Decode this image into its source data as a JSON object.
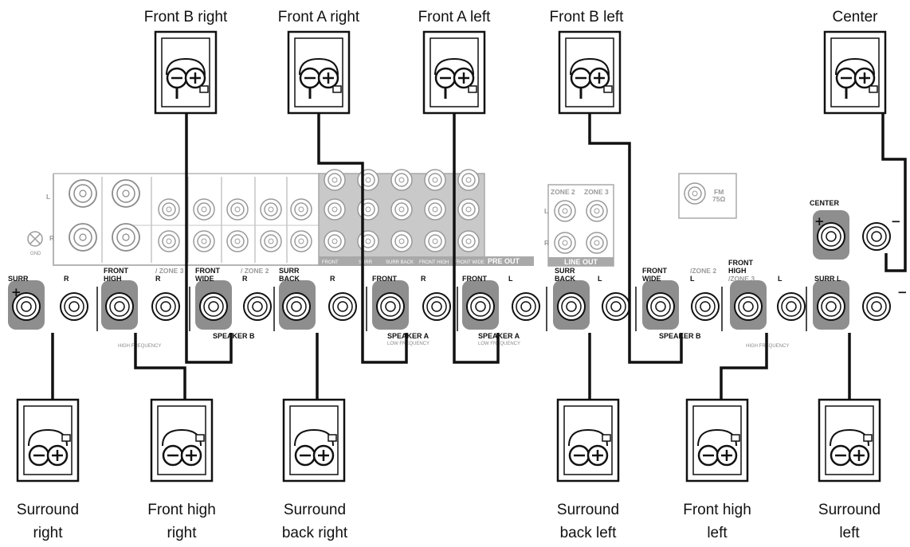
{
  "speakers": {
    "front_b_right": "Front B right",
    "front_a_right": "Front A right",
    "front_a_left": "Front A left",
    "front_b_left": "Front B left",
    "center": "Center",
    "surround_right": [
      "Surround",
      "right"
    ],
    "front_high_right": [
      "Front high",
      "right"
    ],
    "surround_back_right": [
      "Surround",
      "back right"
    ],
    "surround_back_left": [
      "Surround",
      "back left"
    ],
    "front_high_left": [
      "Front high",
      "left"
    ],
    "surround_left": [
      "Surround",
      "left"
    ]
  },
  "panel": {
    "terminal_groups": [
      {
        "l1": "SURR",
        "l2": "",
        "side": "R",
        "sub": ""
      },
      {
        "l1": "FRONT",
        "l2": "HIGH",
        "side": "R",
        "sub": "/ ZONE 3",
        "note": "HIGH FREQUENCY"
      },
      {
        "l1": "FRONT",
        "l2": "WIDE",
        "side": "R",
        "sub": "/ ZONE 2",
        "note": "SPEAKER B"
      },
      {
        "l1": "SURR",
        "l2": "BACK",
        "side": "R",
        "sub": ""
      },
      {
        "l1": "FRONT",
        "l2": "",
        "side": "R",
        "sub": "",
        "note": "SPEAKER A",
        "note2": "LOW FREQUENCY"
      },
      {
        "l1": "FRONT",
        "l2": "",
        "side": "L",
        "sub": "",
        "note": "SPEAKER A",
        "note2": "LOW FREQUENCY"
      },
      {
        "l1": "SURR",
        "l2": "BACK",
        "side": "L",
        "sub": ""
      },
      {
        "l1": "FRONT",
        "l2": "WIDE",
        "side": "L",
        "sub": "/ZONE 2",
        "note": "SPEAKER B"
      },
      {
        "l1": "FRONT",
        "l2": "HIGH",
        "l3": "/ZONE 3",
        "side": "L",
        "sub": "",
        "note": "HIGH FREQUENCY"
      },
      {
        "l1": "SURR",
        "l2": "",
        "side": "L",
        "sub": ""
      }
    ],
    "center_label": "CENTER",
    "pre_out": "PRE OUT",
    "pre_out_cols": [
      "FRONT",
      "SURR",
      "SURR BACK",
      "FRONT HIGH",
      "FRONT WIDE"
    ],
    "line_out": "LINE OUT",
    "zone2": "ZONE 2",
    "zone3": "ZONE 3",
    "fm": "FM",
    "fm_ohm": "75Ω",
    "gnd": "GND",
    "l": "L",
    "r": "R",
    "plus": "+",
    "minus": "−"
  },
  "colors": {
    "wire": "#111111",
    "panel_line": "#b5b5b5",
    "preout_fill": "#c9c9c9",
    "terminal_shade": "#8e8e8e"
  }
}
